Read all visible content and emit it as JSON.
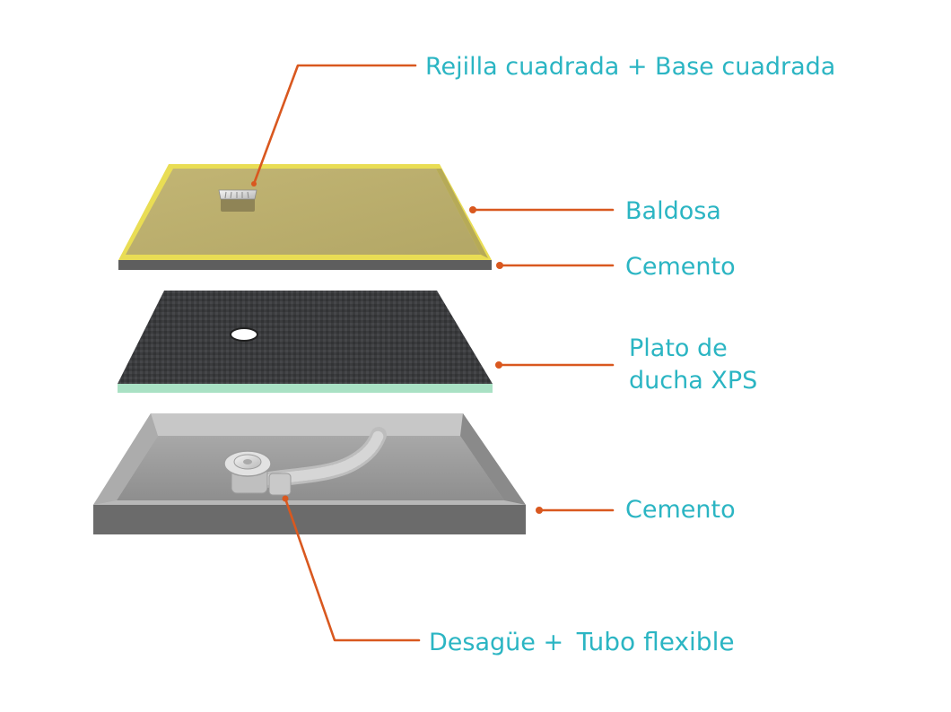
{
  "labels": {
    "grate": "Rejilla cuadrada + Base cuadrada",
    "tile": "Baldosa",
    "cement_top": "Cemento",
    "xps_line1": "Plato de",
    "xps_line2": "ducha XPS",
    "cement_bottom": "Cemento",
    "drain_part1": "Desagüe +",
    "drain_part2": "Tubo flexible"
  },
  "colors": {
    "label_text": "#2bb5c3",
    "leader_line": "#d9581f",
    "tile_surface": "#bcaf6b",
    "tile_border": "#e9dd54",
    "xps_surface": "#3a3b3d",
    "xps_edge": "#a9e1c4",
    "cement_surface": "#9a9a9a",
    "cement_wall": "#6b6b6b"
  }
}
